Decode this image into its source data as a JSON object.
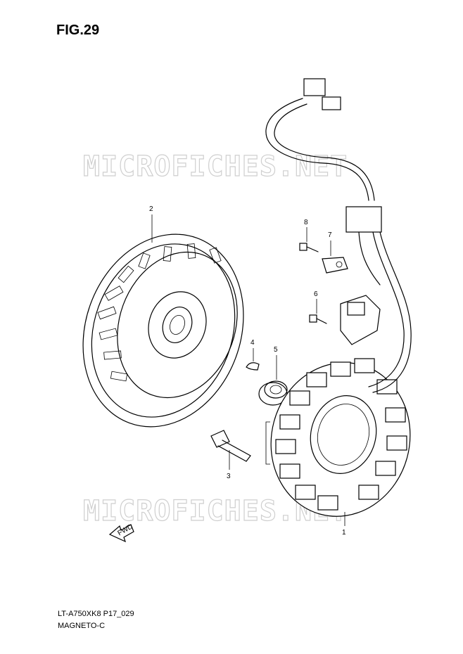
{
  "figure": {
    "title": "FIG.29",
    "model_code": "LT-A750XK8 P17_029",
    "section": "MAGNETO-C"
  },
  "watermark": {
    "text": "MICROFICHES.NET",
    "color": "#cfcfcf"
  },
  "callouts": [
    {
      "number": "1"
    },
    {
      "number": "2"
    },
    {
      "number": "3"
    },
    {
      "number": "4"
    },
    {
      "number": "5"
    },
    {
      "number": "6"
    },
    {
      "number": "7"
    },
    {
      "number": "8"
    }
  ],
  "direction_arrow": {
    "label": "FWD",
    "icon": "forward-arrow-icon"
  }
}
